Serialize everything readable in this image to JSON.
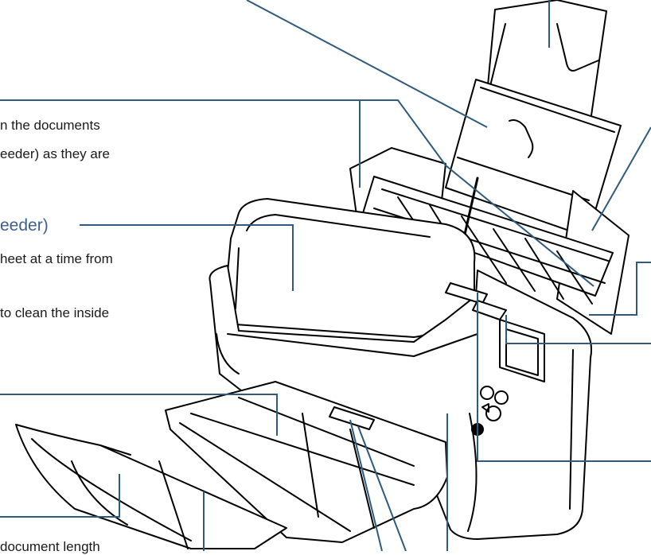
{
  "callouts": {
    "hopper_desc_line1": "n the documents",
    "hopper_desc_line2": "eeder) as they are",
    "adf_heading": "eeder)",
    "adf_desc_line1": "heet at a time from",
    "adf_desc_line2": "to clean the inside",
    "bottom_desc": "document length"
  },
  "colors": {
    "leader_line": "#2e5a7e",
    "heading_text": "#3b5f8c",
    "drawing": "#000000"
  }
}
